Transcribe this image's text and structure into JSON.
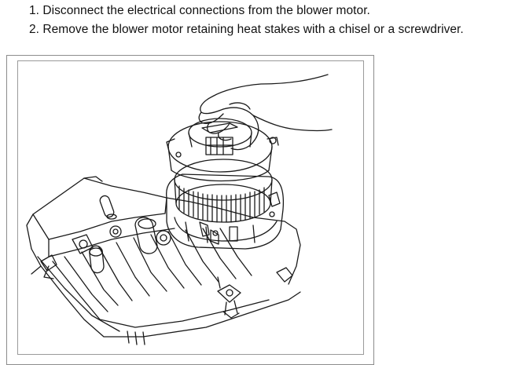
{
  "instructions": {
    "steps": [
      {
        "text": "1. Disconnect the electrical connections from the blower motor."
      },
      {
        "text": "2. Remove the blower motor retaining heat stakes with a chisel or a screwdriver."
      }
    ]
  },
  "figure": {
    "subject": "blower motor removal illustration",
    "line_color": "#1a1a1a",
    "frame_color": "#8c8c8c"
  }
}
